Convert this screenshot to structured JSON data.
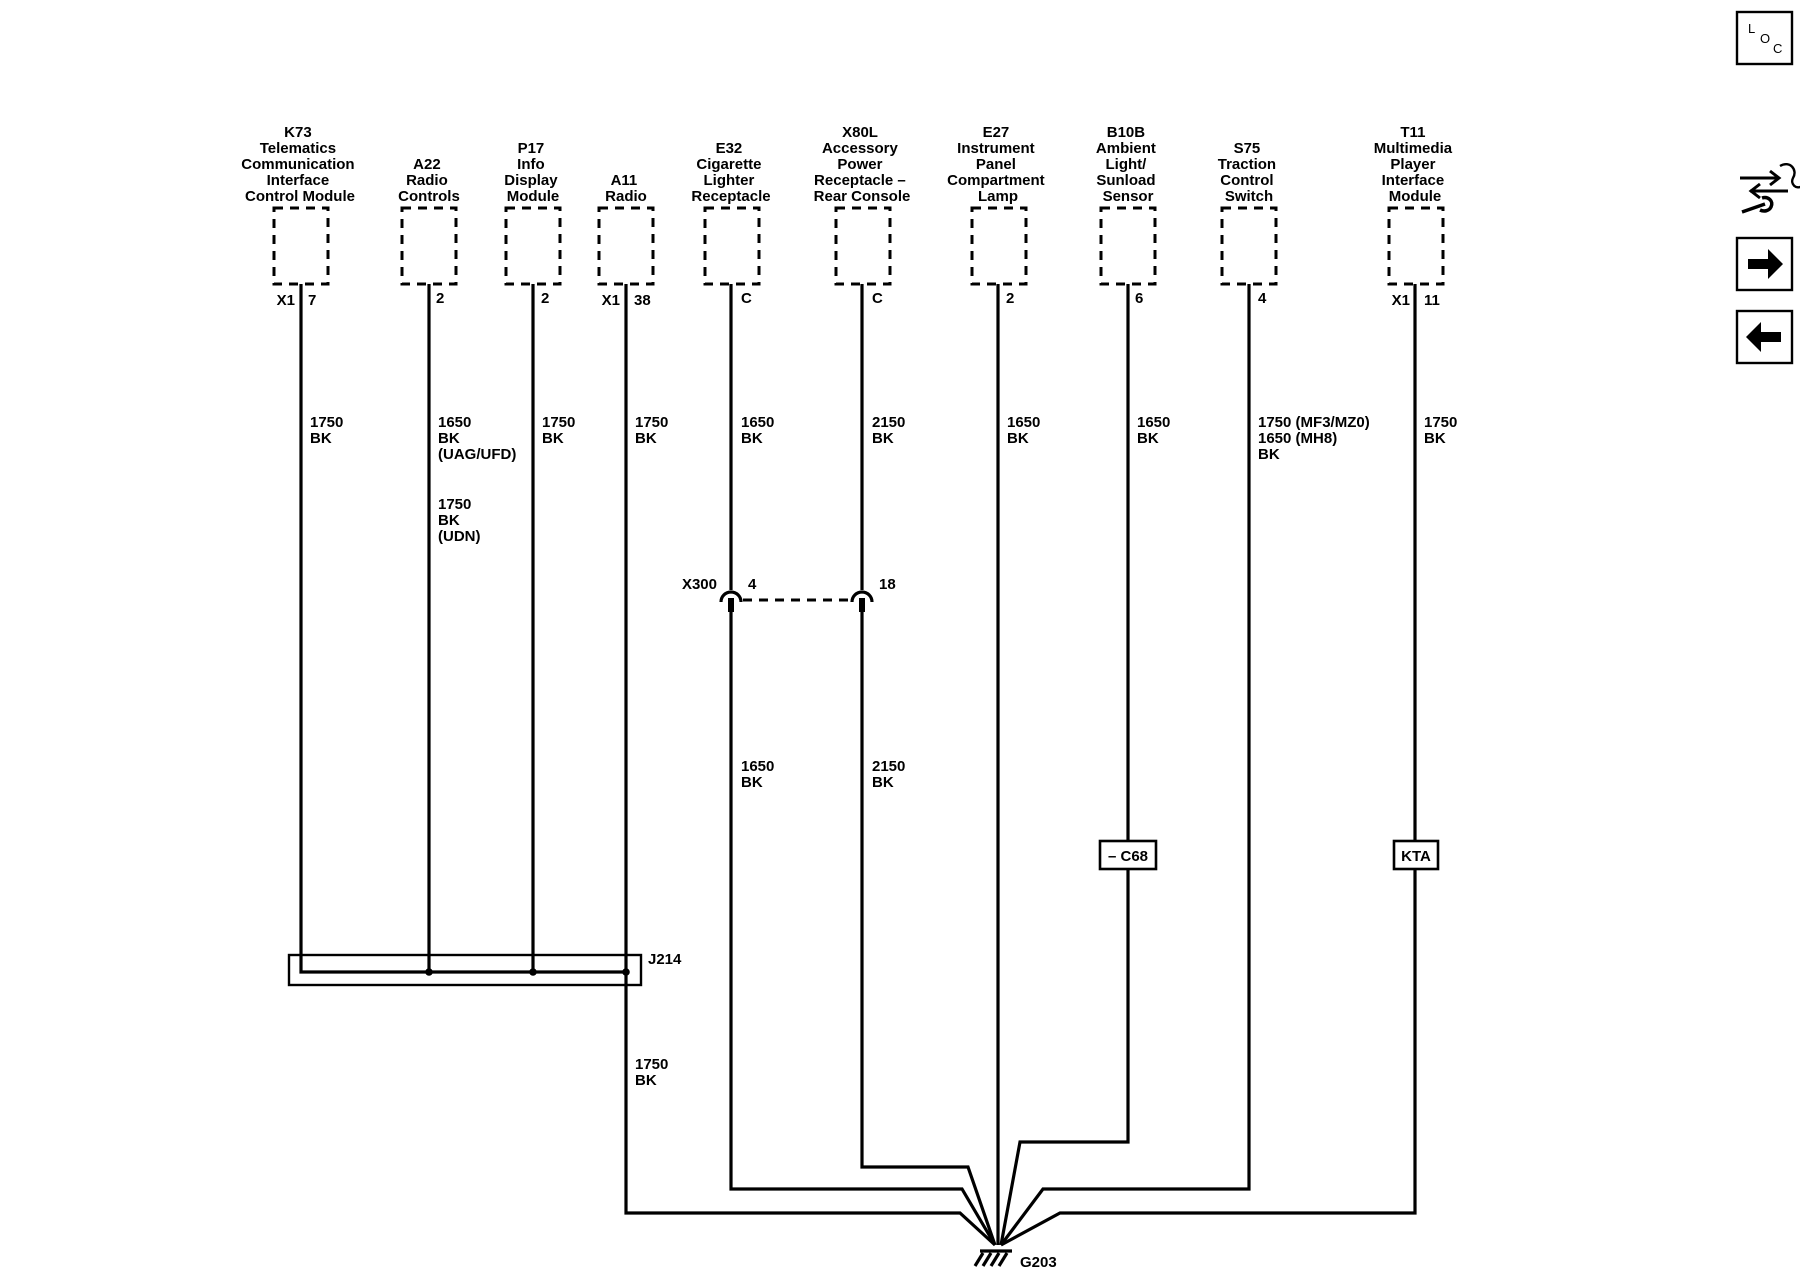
{
  "components": [
    {
      "lines": [
        "K73",
        "Telematics",
        "Communication",
        "Interface",
        "Control Module"
      ],
      "pin_left": "X1",
      "pin": "7"
    },
    {
      "lines": [
        "A22",
        "Radio",
        "Controls"
      ],
      "pin_left": "",
      "pin": "2"
    },
    {
      "lines": [
        "P17",
        "Info",
        "Display",
        "Module"
      ],
      "pin_left": "",
      "pin": "2"
    },
    {
      "lines": [
        "A11",
        "Radio"
      ],
      "pin_left": "X1",
      "pin": "38"
    },
    {
      "lines": [
        "E32",
        "Cigarette",
        "Lighter",
        "Receptacle"
      ],
      "pin_left": "",
      "pin": "C"
    },
    {
      "lines": [
        "X80L",
        "Accessory",
        "Power",
        "Receptacle –",
        "Rear Console"
      ],
      "pin_left": "",
      "pin": "C"
    },
    {
      "lines": [
        "E27",
        "Instrument",
        "Panel",
        "Compartment",
        "Lamp"
      ],
      "pin_left": "",
      "pin": "2"
    },
    {
      "lines": [
        "B10B",
        "Ambient",
        "Light/",
        "Sunload",
        "Sensor"
      ],
      "pin_left": "",
      "pin": "6"
    },
    {
      "lines": [
        "S75",
        "Traction",
        "Control",
        "Switch"
      ],
      "pin_left": "",
      "pin": "4"
    },
    {
      "lines": [
        "T11",
        "Multimedia",
        "Player",
        "Interface",
        "Module"
      ],
      "pin_left": "X1",
      "pin": "11"
    }
  ],
  "wire_labels_upper": [
    [
      "1750",
      "BK"
    ],
    [
      "1650",
      "BK",
      "(UAG/UFD)"
    ],
    [
      "1750",
      "BK"
    ],
    [
      "1750",
      "BK"
    ],
    [
      "1650",
      "BK"
    ],
    [
      "2150",
      "BK"
    ],
    [
      "1650",
      "BK"
    ],
    [
      "1650",
      "BK"
    ],
    [
      "1750 (MF3/MZ0)",
      "1650 (MH8)",
      "BK"
    ],
    [
      "1750",
      "BK"
    ]
  ],
  "wire_label_a22_alt": [
    "1750",
    "BK",
    "(UDN)"
  ],
  "inline_connector": {
    "name": "X300",
    "pin_e32": "4",
    "pin_x80l": "18"
  },
  "wire_labels_lower": {
    "e32": [
      "1650",
      "BK"
    ],
    "x80l": [
      "2150",
      "BK"
    ],
    "a11": [
      "1750",
      "BK"
    ]
  },
  "splice": "J214",
  "option_boxes": {
    "b10b": "– C68",
    "t11": "KTA"
  },
  "ground": "G203",
  "nav": {
    "loc_letters": [
      "L",
      "O",
      "C"
    ]
  }
}
